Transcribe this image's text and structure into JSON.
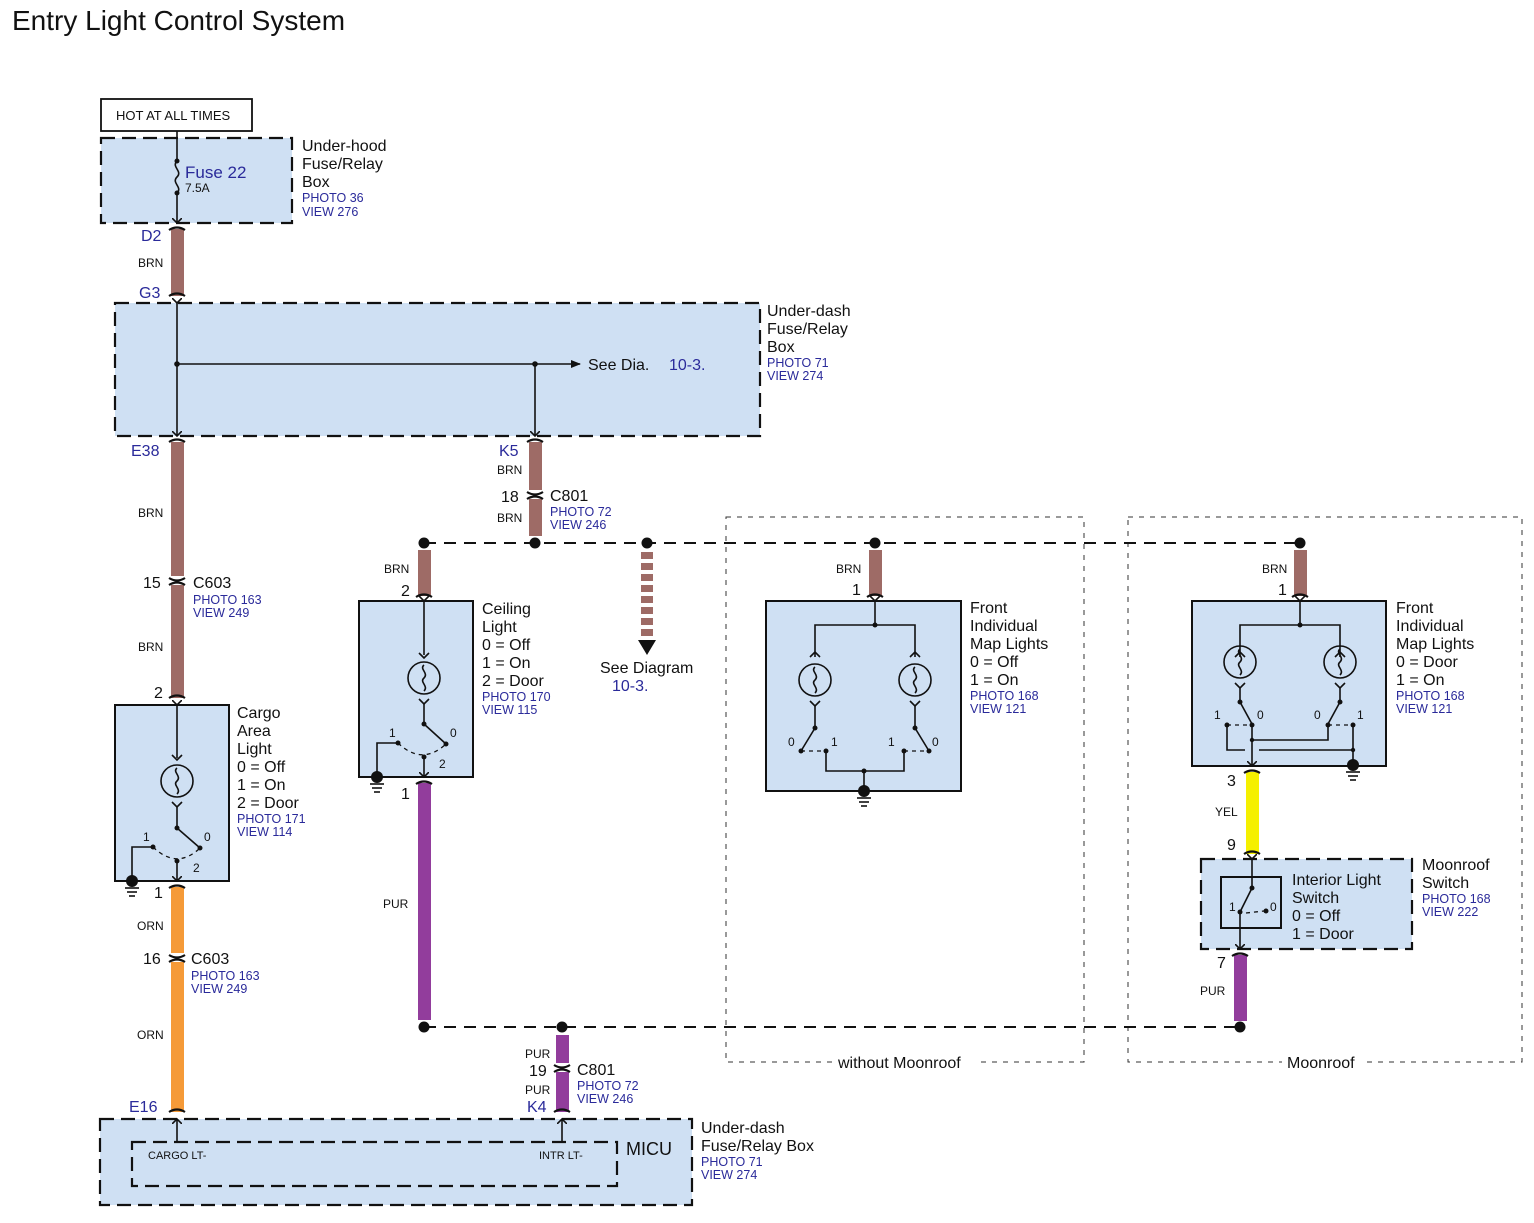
{
  "title": "Entry Light Control System",
  "colors": {
    "brn": "#9e6b66",
    "orn": "#f59a38",
    "pur": "#923d9c",
    "yel": "#f5f000",
    "box_fill": "#cfe0f3",
    "ref_blue": "#2a2a9a"
  },
  "power_source": {
    "label": "HOT AT ALL TIMES"
  },
  "underhood_box": {
    "name_lines": [
      "Under-hood",
      "Fuse/Relay",
      "Box"
    ],
    "photo": "PHOTO 36",
    "view": "VIEW 276",
    "fuse_name": "Fuse 22",
    "fuse_rating": "7.5A"
  },
  "underdash_box": {
    "name_lines": [
      "Under-dash",
      "Fuse/Relay",
      "Box"
    ],
    "photo": "PHOTO 71",
    "view": "VIEW 274",
    "see_text": "See  Dia.",
    "see_ref": "10-3."
  },
  "terminals": {
    "d2": "D2",
    "g3": "G3",
    "e38": "E38",
    "k5": "K5",
    "e16": "E16",
    "k4": "K4"
  },
  "wire_colors": {
    "brn": "BRN",
    "orn": "ORN",
    "pur": "PUR",
    "yel": "YEL"
  },
  "connectors": {
    "c603_top": {
      "pin": "15",
      "name": "C603",
      "photo": "PHOTO 163",
      "view": "VIEW 249"
    },
    "c603_bottom": {
      "pin": "16",
      "name": "C603",
      "photo": "PHOTO 163",
      "view": "VIEW 249"
    },
    "c801_top": {
      "pin": "18",
      "name": "C801",
      "photo": "PHOTO 72",
      "view": "VIEW 246"
    },
    "c801_bottom": {
      "pin": "19",
      "name": "C801",
      "photo": "PHOTO 72",
      "view": "VIEW 246"
    }
  },
  "cargo_light": {
    "name_lines": [
      "Cargo",
      "Area",
      "Light"
    ],
    "states": [
      "0 = Off",
      "1 = On",
      "2 = Door"
    ],
    "photo": "PHOTO 171",
    "view": "VIEW 114",
    "pin_in": "2",
    "pin_out": "1",
    "sw_labels": [
      "1",
      "0",
      "2"
    ]
  },
  "ceiling_light": {
    "name_lines": [
      "Ceiling",
      "Light"
    ],
    "states": [
      "0 = Off",
      "1 = On",
      "2 = Door"
    ],
    "photo": "PHOTO 170",
    "view": "VIEW 115",
    "pin_in": "2",
    "pin_out": "1",
    "sw_labels": [
      "1",
      "0",
      "2"
    ]
  },
  "see_diagram": {
    "text": "See Diagram",
    "ref": "10-3."
  },
  "map_lights_no_moonroof": {
    "name_lines": [
      "Front",
      "Individual",
      "Map Lights"
    ],
    "states": [
      "0 = Off",
      "1 = On"
    ],
    "photo": "PHOTO 168",
    "view": "VIEW 121",
    "pin_in": "1",
    "sw_labels": [
      "0",
      "1",
      "1",
      "0"
    ]
  },
  "map_lights_moonroof": {
    "name_lines": [
      "Front",
      "Individual",
      "Map Lights"
    ],
    "states": [
      "0 = Door",
      "1 = On"
    ],
    "photo": "PHOTO 168",
    "view": "VIEW 121",
    "pin_in": "1",
    "pin_out": "3",
    "sw_labels": [
      "1",
      "0",
      "0",
      "1"
    ]
  },
  "moonroof_switch": {
    "name_lines": [
      "Moonroof",
      "Switch"
    ],
    "photo": "PHOTO 168",
    "view": "VIEW 222",
    "inner_name_lines": [
      "Interior Light",
      "Switch"
    ],
    "states": [
      "0 = Off",
      "1 = Door"
    ],
    "pin_in": "9",
    "pin_out": "7",
    "sw_labels": [
      "1",
      "0"
    ]
  },
  "micu": {
    "label": "MICU",
    "box_name_lines": [
      "Under-dash",
      "Fuse/Relay Box"
    ],
    "photo": "PHOTO 71",
    "view": "VIEW 274",
    "cargo_terminal": "CARGO LT-",
    "intr_terminal": "INTR LT-"
  },
  "regions": {
    "without_moonroof": "without Moonroof",
    "moonroof": "Moonroof"
  }
}
